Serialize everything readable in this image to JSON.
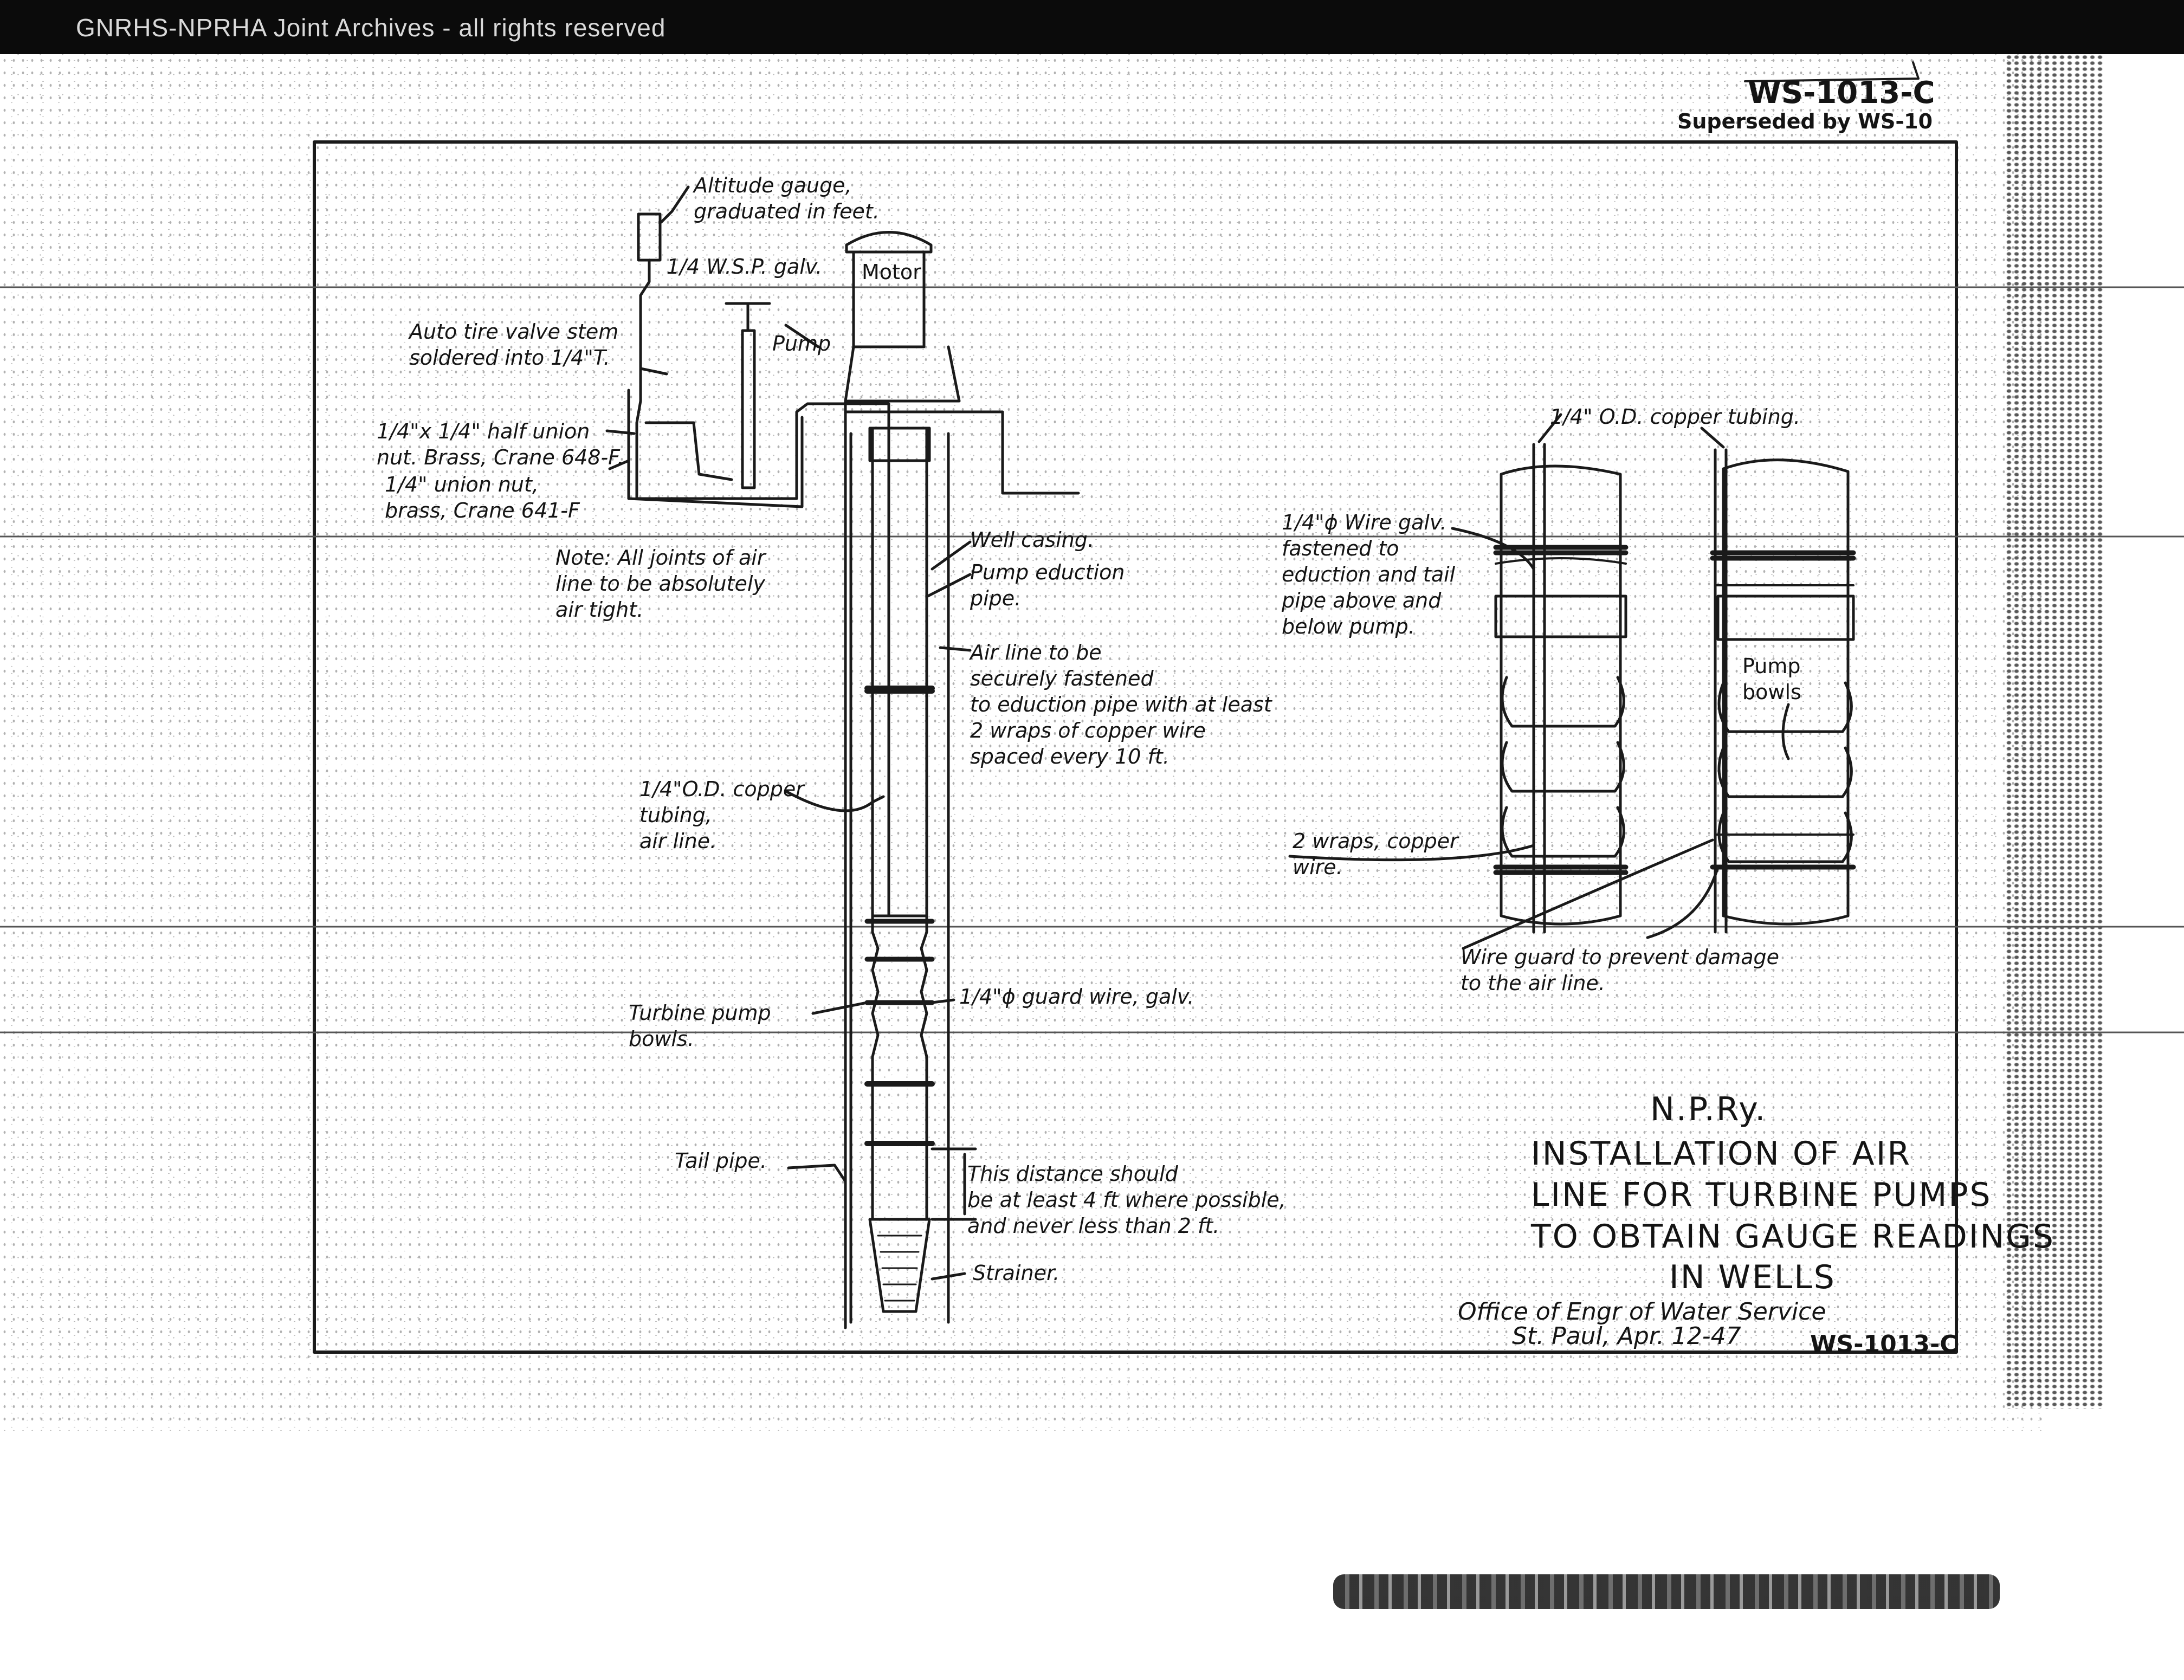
{
  "watermark": "GNRHS-NPRHA Joint Archives - all rights reserved",
  "stamp": {
    "number": "WS-1013-C",
    "superseded": "Superseded by WS-10"
  },
  "labels": {
    "altitude_gauge": "Altitude gauge,\ngraduated in feet.",
    "wsp_galv": "1/4 W.S.P. galv.",
    "motor": "Motor",
    "pump": "Pump",
    "tire_valve": "Auto tire valve stem\nsoldered into 1/4\"T.",
    "half_union": "1/4\"x 1/4\" half union\nnut. Brass, Crane 648-F.",
    "union_nut": "1/4\" union nut,\nbrass, Crane 641-F",
    "note": "Note: All joints of air\nline to be absolutely\nair tight.",
    "well_casing": "Well casing.",
    "eduction_pipe": "Pump eduction\npipe.",
    "air_line_fastened": "Air line to be\nsecurely fastened\nto eduction pipe with at least\n2 wraps of copper wire\nspaced every 10 ft.",
    "copper_tubing_air": "1/4\"O.D. copper\ntubing,\nair line.",
    "turbine_bowls": "Turbine pump\nbowls.",
    "guard_wire": "1/4\"ɸ guard wire, galv.",
    "tail_pipe": "Tail pipe.",
    "distance_note": "This distance should\nbe at least 4 ft where possible,\nand never less than 2 ft.",
    "strainer": "Strainer.",
    "od_copper_tubing": "1/4\" O.D. copper tubing.",
    "wire_galv": "1/4\"ɸ Wire galv.\nfastened to\neduction and tail\npipe above and\nbelow pump.",
    "pump_bowls": "Pump\nbowls",
    "two_wraps": "2 wraps, copper\nwire.",
    "wire_guard": "Wire guard to prevent damage\nto the air line."
  },
  "title_block": {
    "railway": "N.P.Ry.",
    "line1": "INSTALLATION OF AIR",
    "line2": "LINE FOR TURBINE PUMPS",
    "line3": "TO OBTAIN GAUGE READINGS",
    "line4": "IN WELLS",
    "office": "Office of Engr of Water Service",
    "place_date": "St. Paul, Apr. 12-47",
    "number": "WS-1013-C"
  }
}
